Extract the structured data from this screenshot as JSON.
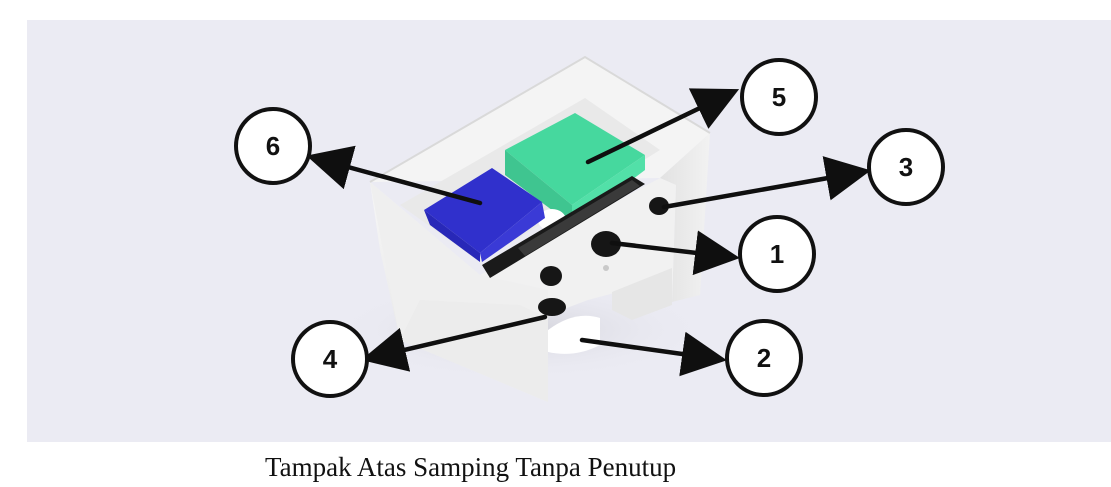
{
  "figure": {
    "caption": "Tampak Atas Samping Tanpa Penutup",
    "colors": {
      "background_panel": "#ebebf3",
      "box_body": "#efefef",
      "blue_block": "#3030cc",
      "green_block": "#46d89e",
      "dark_slot": "#1a1a1a",
      "arrow": "#0f0f0f"
    },
    "callouts": [
      {
        "label": "1"
      },
      {
        "label": "2"
      },
      {
        "label": "3"
      },
      {
        "label": "4"
      },
      {
        "label": "5"
      },
      {
        "label": "6"
      }
    ]
  }
}
